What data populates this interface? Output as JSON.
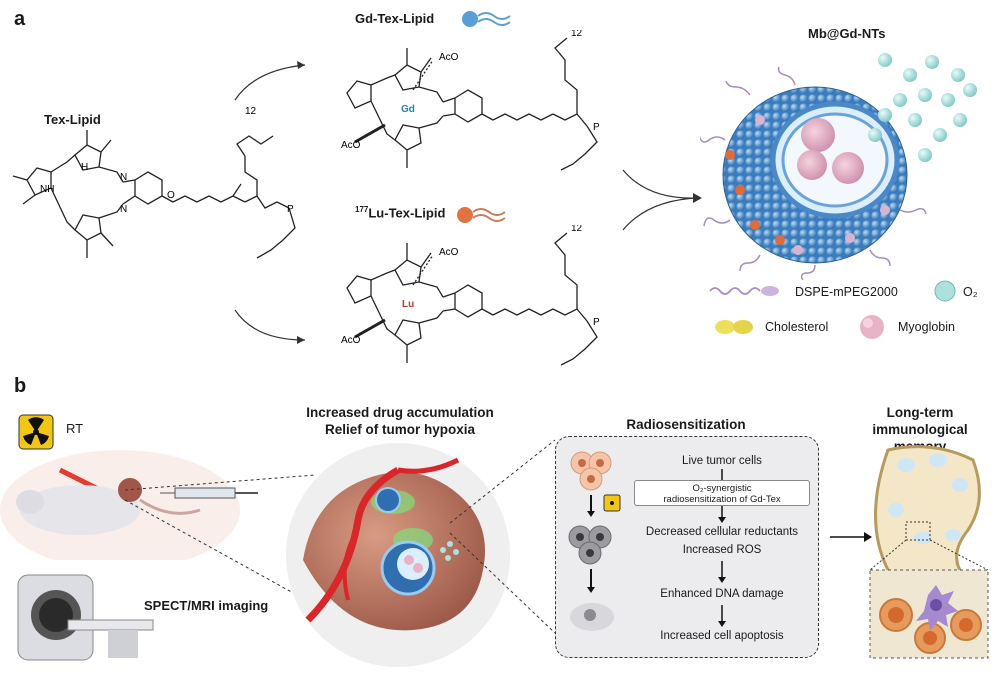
{
  "panel_a": {
    "letter": "a",
    "tex_lipid": "Tex-Lipid",
    "gd_tex_lipid": "Gd-Tex-Lipid",
    "lu_tex_lipid_sup": "177",
    "lu_tex_lipid": "Lu-Tex-Lipid",
    "nanoparticle": "Mb@Gd-NTs",
    "atoms": {
      "gd": "Gd",
      "lu": "Lu",
      "nh": "NH",
      "h": "H",
      "n": "N",
      "aco": "AcO",
      "p": "P",
      "o": "O",
      "sub12": "12"
    },
    "legend": {
      "dspe": "DSPE-mPEG2000",
      "o2": "O₂",
      "cholesterol": "Cholesterol",
      "myoglobin": "Myoglobin"
    },
    "colors": {
      "gd": "#1f7fbf",
      "lu": "#c0392b",
      "gd_tail": "#5a9fd4",
      "lu_tail": "#d9744a"
    }
  },
  "panel_b": {
    "letter": "b",
    "rt": "RT",
    "spect_mri": "SPECT/MRI imaging",
    "accumulation_line1": "Increased drug accumulation",
    "accumulation_line2": "Relief of tumor hypoxia",
    "radiosensitization": "Radiosensitization",
    "memory_line1": "Long-term",
    "memory_line2": "immunological memory",
    "flow": {
      "step1": "Live tumor cells",
      "box_line1": "O₂-synergistic",
      "box_line2": "radiosensitization of Gd-Tex",
      "step2": "Decreased cellular reductants",
      "step3": "Increased ROS",
      "step4": "Enhanced DNA damage",
      "step5": "Increased cell apoptosis"
    }
  }
}
